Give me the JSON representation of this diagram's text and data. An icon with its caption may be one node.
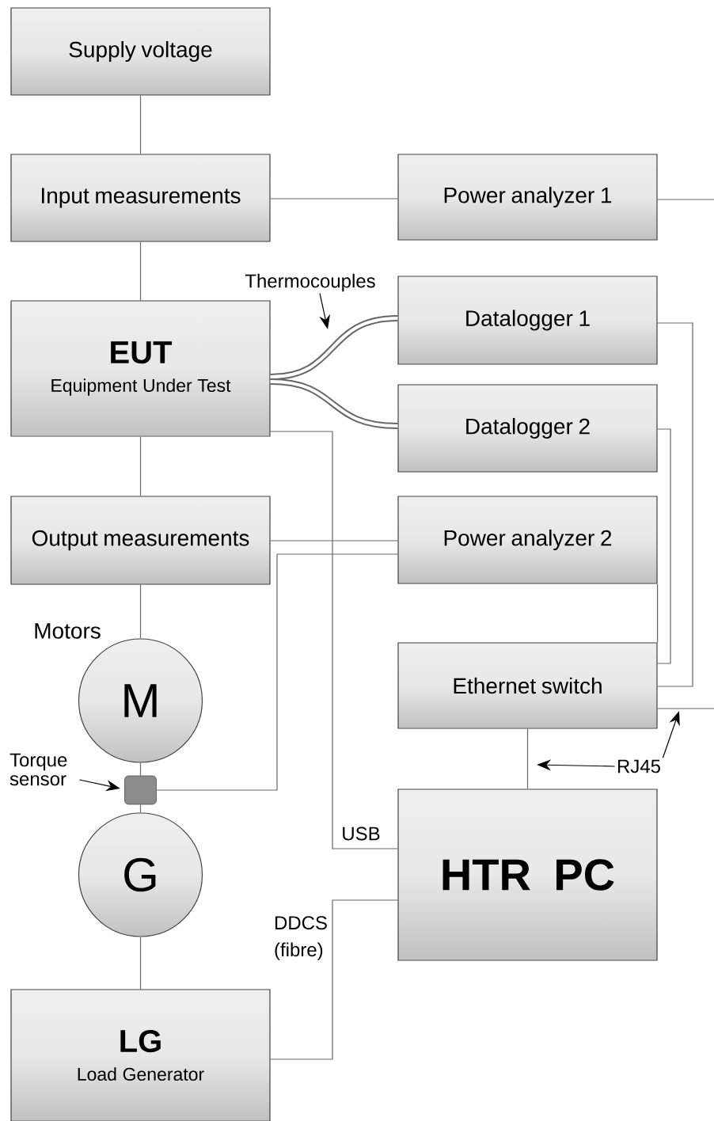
{
  "diagram": {
    "nodes": [
      {
        "text": [
          "Supply voltage"
        ]
      },
      {
        "text": [
          "Input measurements"
        ]
      },
      {
        "text": [
          "Power analyzer 1"
        ]
      },
      {
        "text": [
          "EUT",
          "Equipment Under Test"
        ]
      },
      {
        "text": [
          "Datalogger 1"
        ]
      },
      {
        "text": [
          "Datalogger 2"
        ]
      },
      {
        "text": [
          "Output measurements"
        ]
      },
      {
        "text": [
          "Power analyzer 2"
        ]
      },
      {
        "text": [
          "M"
        ],
        "beside": [
          "Motors"
        ]
      },
      {
        "text": [],
        "shape": "box"
      },
      {
        "text": [
          "Torque sensor"
        ]
      },
      {
        "text": [
          "G"
        ]
      },
      {
        "text": [
          "Ethernet switch"
        ]
      },
      {
        "text": [
          "HTR PC"
        ]
      },
      {
        "text": [
          "LG",
          "Load Generator"
        ]
      },
      {
        "text": [
          "Thermocouples"
        ]
      },
      {
        "text": [
          "RJ45"
        ]
      }
    ],
    "edges": [
      {
        "from": 0,
        "to": 1,
        "arrow": "none"
      },
      {
        "from": 1,
        "to": 3,
        "arrow": "none"
      },
      {
        "from": 1,
        "to": 2,
        "arrow": "none"
      },
      {
        "from": 2,
        "to": null,
        "arrow": "none"
      },
      {
        "from": 3,
        "to": 4,
        "arrow": "none",
        "style": "thick"
      },
      {
        "from": 3,
        "to": 5,
        "arrow": "none",
        "style": "thick"
      },
      {
        "from": 3,
        "to": 13,
        "arrow": "none",
        "label": "USB"
      },
      {
        "from": 3,
        "to": 6,
        "arrow": "none"
      },
      {
        "from": 6,
        "to": 7,
        "arrow": "none"
      },
      {
        "from": 7,
        "to": 9,
        "arrow": "none"
      },
      {
        "from": 6,
        "to": 8,
        "arrow": "none"
      },
      {
        "from": 8,
        "to": 9,
        "arrow": "none"
      },
      {
        "from": 9,
        "to": 11,
        "arrow": "none"
      },
      {
        "from": 11,
        "to": 14,
        "arrow": "none"
      },
      {
        "from": 14,
        "to": 13,
        "arrow": "none",
        "label": "DDCS (fibre)"
      },
      {
        "from": 4,
        "to": 12,
        "arrow": "none"
      },
      {
        "from": 5,
        "to": 12,
        "arrow": "none"
      },
      {
        "from": 7,
        "to": 12,
        "arrow": "none"
      },
      {
        "from": 12,
        "to": null,
        "arrow": "none"
      },
      {
        "from": 12,
        "to": 13,
        "arrow": "none"
      },
      {
        "from": 15,
        "to": null,
        "arrow": "to",
        "color": "#000000"
      },
      {
        "from": 16,
        "to": null,
        "arrow": "to",
        "color": "#000000"
      },
      {
        "from": 16,
        "to": null,
        "arrow": "to",
        "color": "#000000"
      },
      {
        "from": 10,
        "to": 9,
        "arrow": "to",
        "color": "#000000"
      }
    ]
  }
}
